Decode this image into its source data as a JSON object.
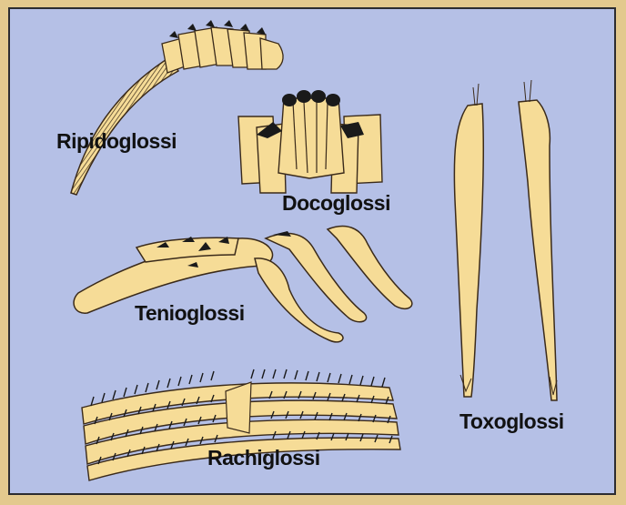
{
  "labels": {
    "rhipidoglossi": "Ripidoglossi",
    "docoglossi": "Docoglossi",
    "tenioglossi": "Tenioglossi",
    "toxoglossi": "Toxoglossi",
    "rachiglossi": "Rachiglossi"
  },
  "colors": {
    "frame": "#e3c98e",
    "background": "#b5c0e6",
    "tooth_fill": "#f6dc97",
    "outline": "#3a2a1a",
    "cusp": "#1a1a1a"
  }
}
